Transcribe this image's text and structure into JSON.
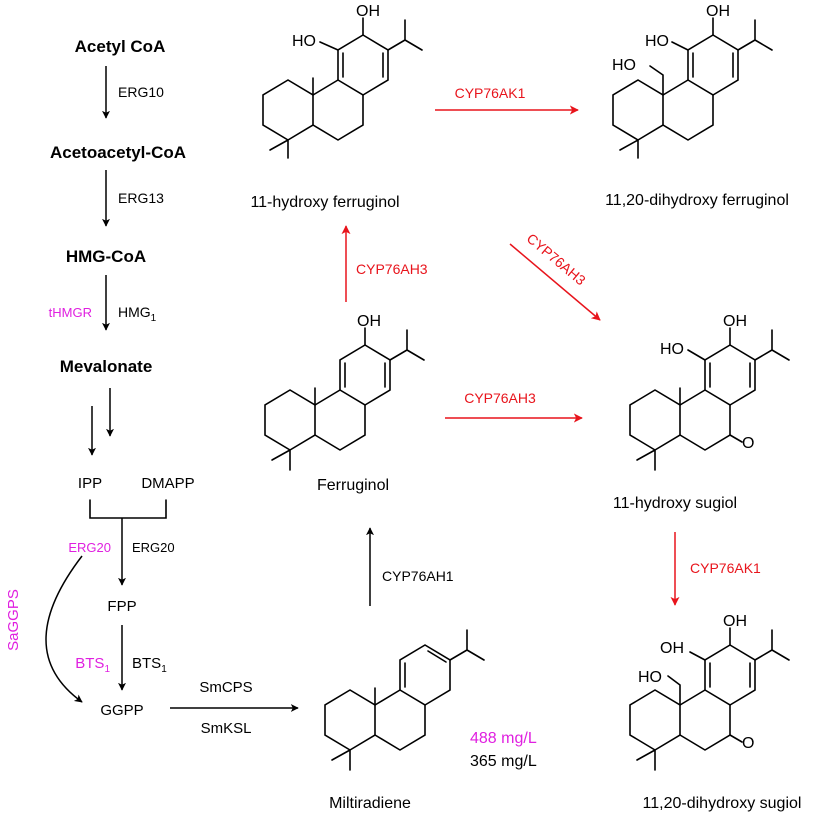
{
  "colors": {
    "black": "#000000",
    "magenta": "#e020e0",
    "red": "#e8141c"
  },
  "mevalonate_pathway": {
    "acetyl_coa": "Acetyl CoA",
    "erg10": "ERG10",
    "acetoacetyl_coa": "Acetoacetyl-CoA",
    "erg13": "ERG13",
    "hmg_coa": "HMG-CoA",
    "thmgr": "tHMGR",
    "hmg1_base": "HMG",
    "hmg1_sub": "1",
    "mevalonate": "Mevalonate",
    "ipp": "IPP",
    "dmapp": "DMAPP",
    "erg20_magenta": "ERG20",
    "erg20_black": "ERG20",
    "fpp": "FPP",
    "bts1_magenta_base": "BTS",
    "bts1_magenta_sub": "1",
    "bts1_black_base": "BTS",
    "bts1_black_sub": "1",
    "ggpp": "GGPP",
    "saggps": "SaGGPS",
    "smcps": "SmCPS",
    "smksl": "SmKSL"
  },
  "titers": {
    "magenta": "488 mg/L",
    "black": "365 mg/L"
  },
  "compounds": {
    "hydroxy_ferruginol": "11-hydroxy ferruginol",
    "dihydroxy_ferruginol": "11,20-dihydroxy ferruginol",
    "ferruginol": "Ferruginol",
    "hydroxy_sugiol": "11-hydroxy sugiol",
    "dihydroxy_sugiol": "11,20-dihydroxy sugiol",
    "miltiradiene": "Miltiradiene"
  },
  "enzymes": {
    "cyp76ak1_top": "CYP76AK1",
    "cyp76ah3_up": "CYP76AH3",
    "cyp76ah3_diag": "CYP76AH3",
    "cyp76ah3_mid": "CYP76AH3",
    "cyp76ak1_down": "CYP76AK1",
    "cyp76ah1": "CYP76AH1"
  },
  "atoms": {
    "oh": "OH",
    "ho": "HO",
    "o": "O"
  }
}
